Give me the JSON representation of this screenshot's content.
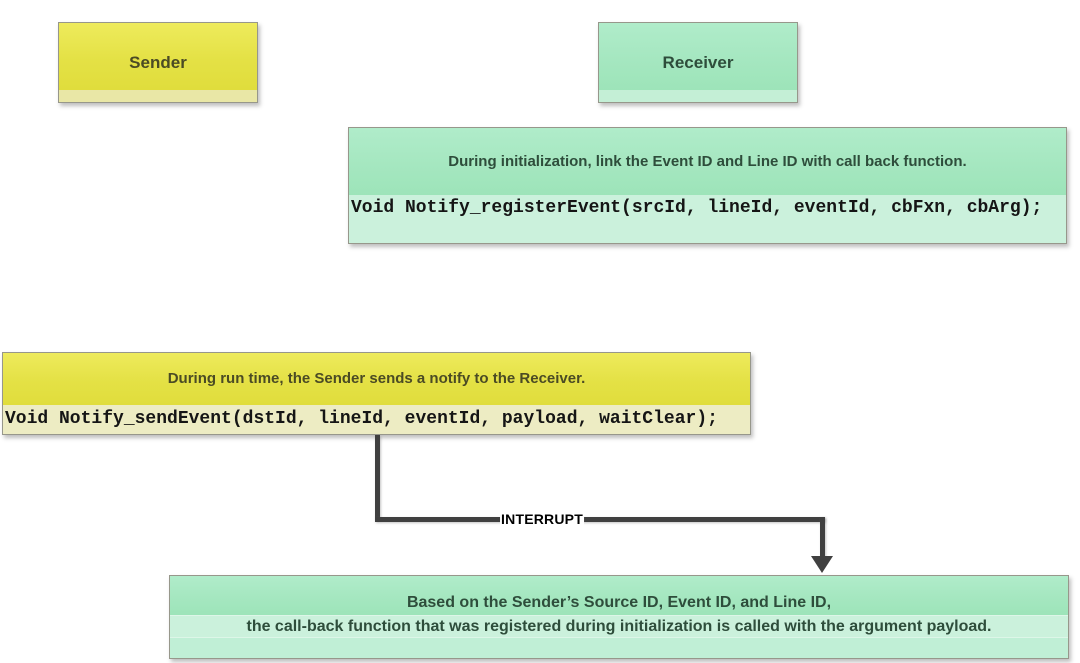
{
  "diagram": {
    "sender": {
      "label": "Sender"
    },
    "receiver": {
      "label": "Receiver"
    },
    "register_box": {
      "caption": "During initialization, link the Event ID and Line ID with call back function.",
      "code": "Void Notify_registerEvent(srcId, lineId, eventId, cbFxn, cbArg);"
    },
    "send_box": {
      "caption": "During run time, the Sender sends a notify to the Receiver.",
      "code": "Void Notify_sendEvent(dstId, lineId, eventId, payload, waitClear);"
    },
    "callback_box": {
      "caption_line1": "Based on the Sender’s Source ID, Event ID, and Line ID,",
      "caption_line2": "the call-back function that was registered during initialization is called with the argument payload."
    },
    "arrow": {
      "label": "INTERRUPT"
    },
    "colors": {
      "yellow_fill": "#e6e347",
      "yellow_strip": "#e9e7a6",
      "yellow_code_band": "#edecc3",
      "green_fill": "#a5e7c0",
      "green_strip": "#c4efd6",
      "green_code_band": "#cbf1dc",
      "arrow_line": "#404040",
      "box_border": "#97978b"
    }
  }
}
